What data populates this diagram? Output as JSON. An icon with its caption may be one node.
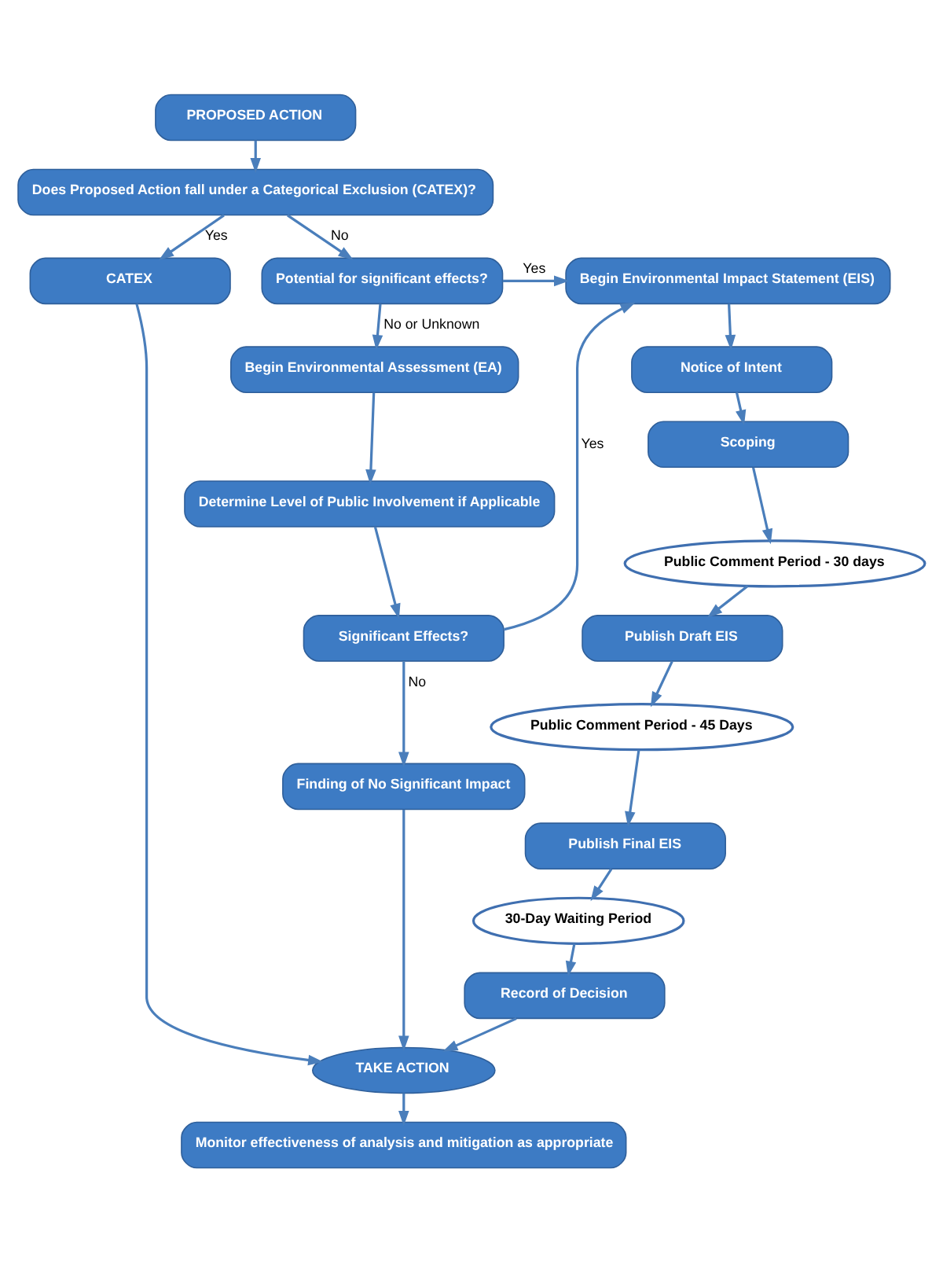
{
  "diagram": {
    "nodes": [
      {
        "text": [
          "PROPOSED ACTION"
        ]
      },
      {
        "text": [
          "Does Proposed Action fall under a Categorical Exclusion (CATEX)?"
        ]
      },
      {
        "text": [
          "CATEX"
        ]
      },
      {
        "text": [
          "Potential for significant effects?"
        ]
      },
      {
        "text": [
          "Begin Environmental Impact Statement (EIS)"
        ]
      },
      {
        "text": [
          "Notice of Intent"
        ]
      },
      {
        "text": [
          "Begin Environmental Assessment (EA)"
        ]
      },
      {
        "text": [
          "Scoping"
        ]
      },
      {
        "text": [
          "Determine Level of Public Involvement if Applicable"
        ]
      },
      {
        "text": [
          "Public Comment Period - 30 days"
        ]
      },
      {
        "text": [
          "Significant Effects?"
        ]
      },
      {
        "text": [
          "Publish Draft EIS"
        ]
      },
      {
        "text": [
          "Public Comment Period - 45 Days"
        ]
      },
      {
        "text": [
          "Finding of No Significant Impact"
        ]
      },
      {
        "text": [
          "Publish Final EIS"
        ]
      },
      {
        "text": [
          "30-Day Waiting Period"
        ]
      },
      {
        "text": [
          "TAKE ACTION"
        ]
      },
      {
        "text": [
          "Record of Decision"
        ]
      },
      {
        "text": [
          "Monitor effectiveness of analysis and mitigation as appropriate"
        ]
      }
    ],
    "edges": [
      {
        "from": 0,
        "to": 1,
        "arrow": "to"
      },
      {
        "from": 1,
        "to": 2,
        "arrow": "to",
        "label": "Yes"
      },
      {
        "from": 1,
        "to": 3,
        "arrow": "to",
        "label": "No"
      },
      {
        "from": 3,
        "to": 4,
        "arrow": "to",
        "label": "Yes"
      },
      {
        "from": 3,
        "to": 6,
        "arrow": "to",
        "label": "No or Unknown"
      },
      {
        "from": 6,
        "to": 8,
        "arrow": "to"
      },
      {
        "from": 8,
        "to": 10,
        "arrow": "to"
      },
      {
        "from": 10,
        "to": 4,
        "arrow": "to",
        "label": "Yes"
      },
      {
        "from": 10,
        "to": 13,
        "arrow": "to",
        "label": "No"
      },
      {
        "from": 13,
        "to": 16,
        "arrow": "to"
      },
      {
        "from": 2,
        "to": 16,
        "arrow": "to"
      },
      {
        "from": 4,
        "to": 5,
        "arrow": "to"
      },
      {
        "from": 5,
        "to": 7,
        "arrow": "to"
      },
      {
        "from": 7,
        "to": 9,
        "arrow": "to"
      },
      {
        "from": 9,
        "to": 11,
        "arrow": "to"
      },
      {
        "from": 11,
        "to": 12,
        "arrow": "to"
      },
      {
        "from": 12,
        "to": 14,
        "arrow": "to"
      },
      {
        "from": 14,
        "to": 15,
        "arrow": "to"
      },
      {
        "from": 15,
        "to": 17,
        "arrow": "to"
      },
      {
        "from": 17,
        "to": 16,
        "arrow": "to"
      },
      {
        "from": 16,
        "to": 18,
        "arrow": "to"
      }
    ]
  }
}
